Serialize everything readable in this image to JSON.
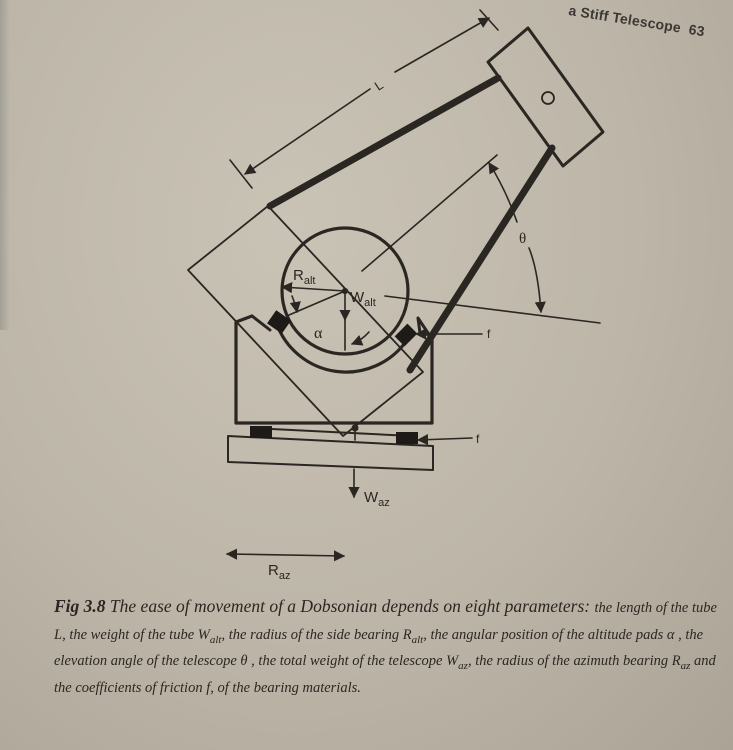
{
  "running_head": {
    "title": "a Stiff Telescope",
    "page_number": "63"
  },
  "diagram": {
    "labels": {
      "length": "L",
      "theta": "θ",
      "r_alt_main": "R",
      "r_alt_sub": "alt",
      "w_alt_main": "W",
      "w_alt_sub": "alt",
      "alpha": "α",
      "friction_upper": "f",
      "friction_lower": "f",
      "w_az_main": "W",
      "w_az_sub": "az",
      "r_az_main": "R",
      "r_az_sub": "az"
    },
    "colors": {
      "ink": "#2a2622",
      "paper": "#c4bdb0"
    }
  },
  "caption": {
    "fig_number": "Fig 3.8",
    "seg1": " The ease of movement of a Dobsonian depends on eight parameters: ",
    "seg2": "the length of the tube L, the weight of the tube W",
    "w_alt_sub": "alt",
    "seg3": ", the radius of the side bearing R",
    "r_alt_sub": "alt",
    "seg4": ", the angular position of the altitude pads α , the elevation angle of the telescope θ , the total weight of the telescope W",
    "w_az_sub": "az",
    "seg5": ", the radius of the azimuth bearing R",
    "r_az_sub": "az",
    "seg6": " and the coefficients of friction f, of the bearing materials."
  }
}
